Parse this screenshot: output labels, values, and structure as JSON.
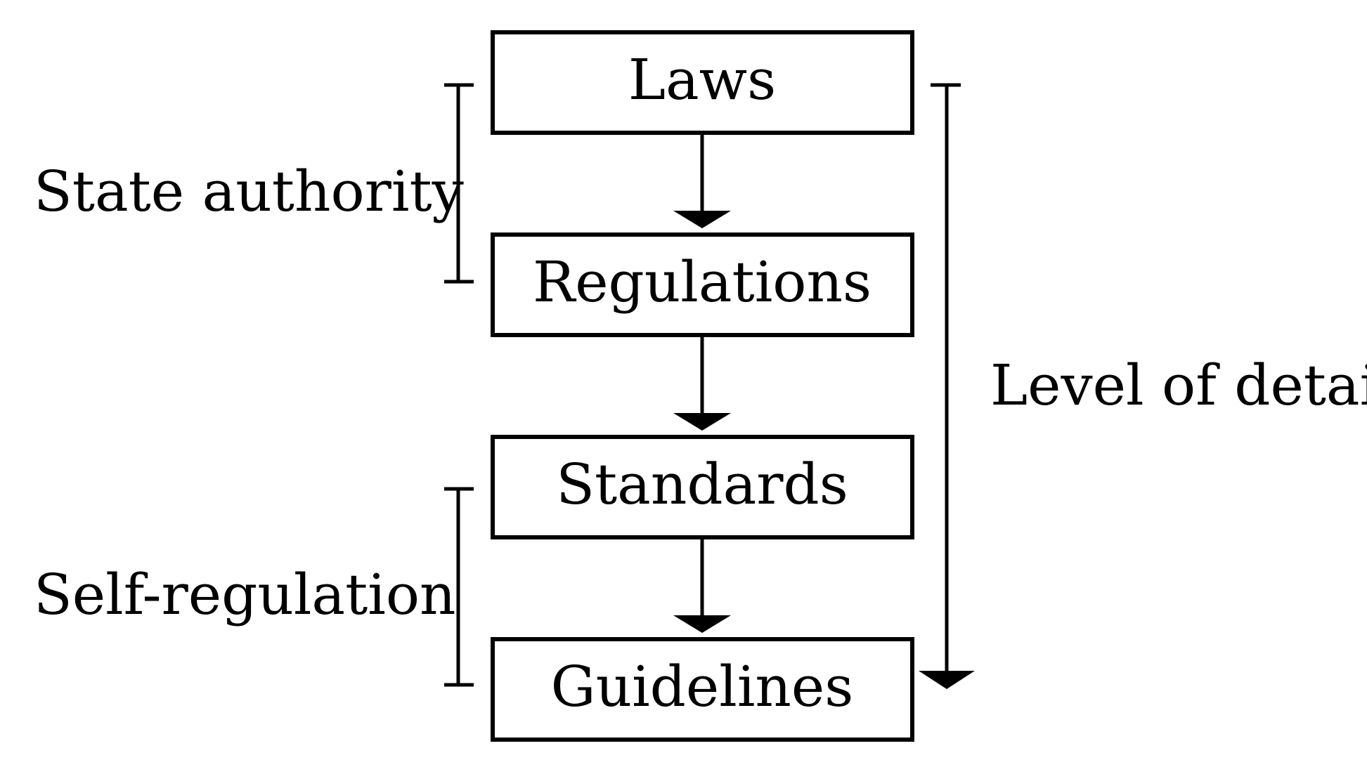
{
  "boxes": [
    "Laws",
    "Regulations",
    "Standards",
    "Guidelines"
  ],
  "brackets": {
    "state_authority": "State authority",
    "self_regulation": "Self-regulation"
  },
  "detail_axis": {
    "label": "Level of detail"
  }
}
